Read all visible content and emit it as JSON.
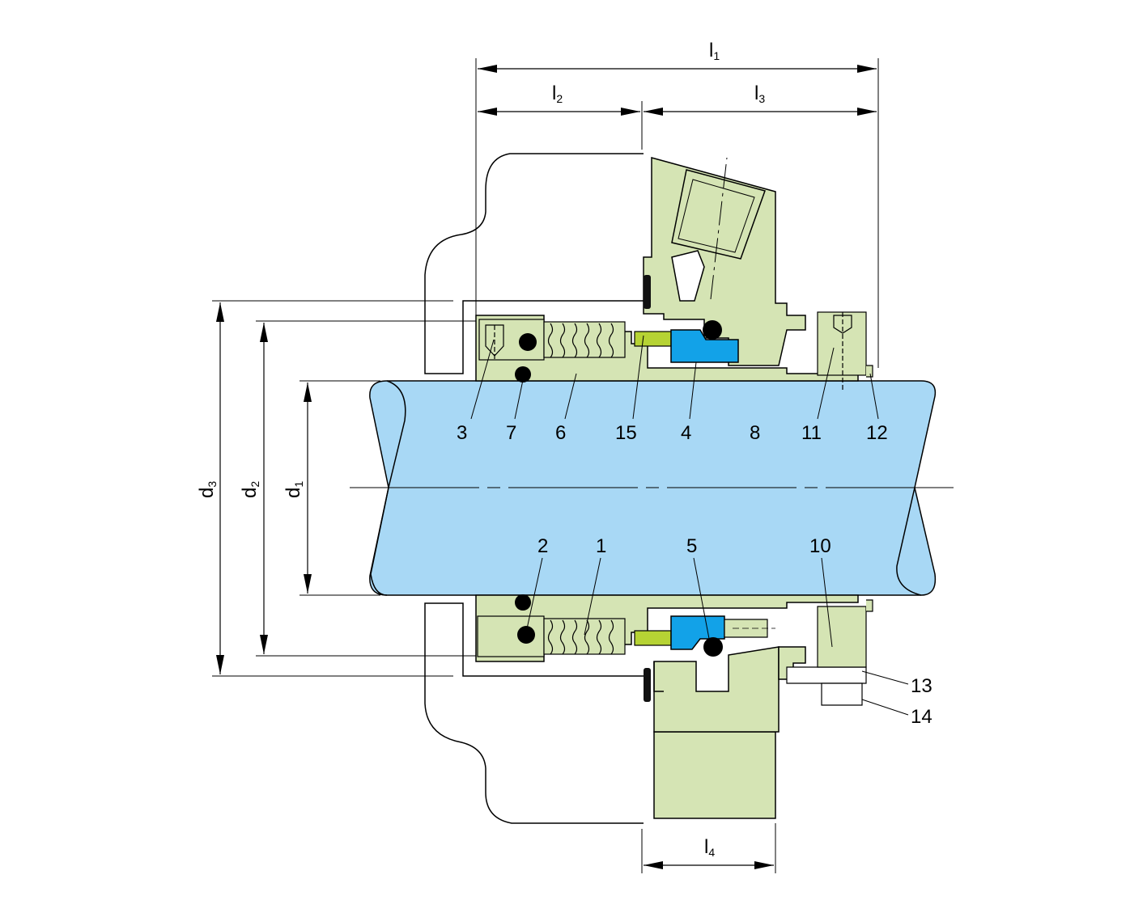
{
  "colors": {
    "housing_fill": "#d5e4b4",
    "shaft_fill": "#a8d8f5",
    "face_fill": "#12a2e8",
    "pin_fill": "#b6d334",
    "outline": "#000000",
    "background": "#ffffff"
  },
  "dimensions": {
    "l1": {
      "main": "l",
      "sub": "1"
    },
    "l2": {
      "main": "l",
      "sub": "2"
    },
    "l3": {
      "main": "l",
      "sub": "3"
    },
    "l4": {
      "main": "l",
      "sub": "4"
    },
    "d1": {
      "main": "d",
      "sub": "1"
    },
    "d2": {
      "main": "d",
      "sub": "2"
    },
    "d3": {
      "main": "d",
      "sub": "3"
    }
  },
  "parts": {
    "p1": "1",
    "p2": "2",
    "p3": "3",
    "p4": "4",
    "p5": "5",
    "p6": "6",
    "p7": "7",
    "p8": "8",
    "p10": "10",
    "p11": "11",
    "p12": "12",
    "p13": "13",
    "p14": "14",
    "p15": "15"
  }
}
